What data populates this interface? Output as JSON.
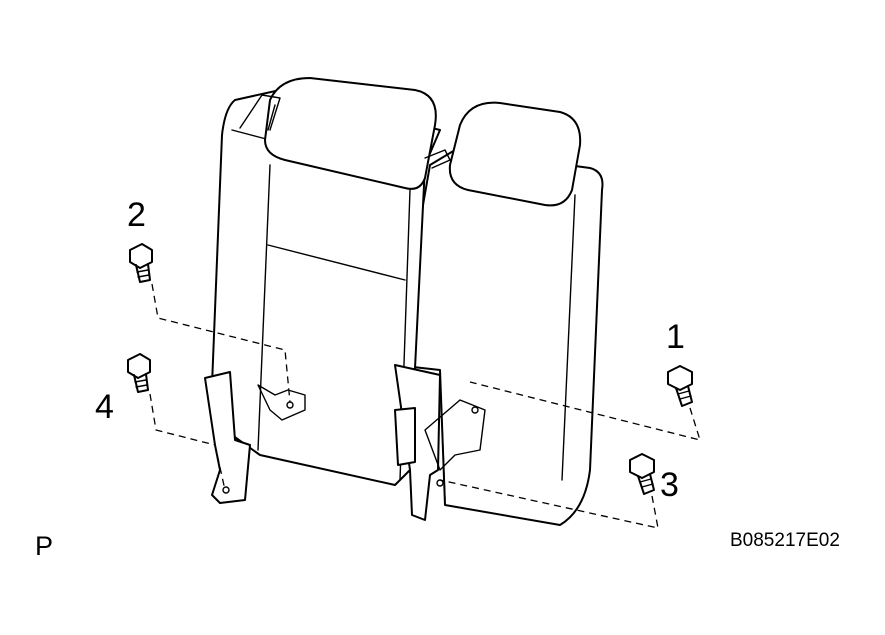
{
  "callouts": {
    "one": "1",
    "two": "2",
    "three": "3",
    "four": "4"
  },
  "view_mark": "P",
  "reference_code": "B085217E02"
}
